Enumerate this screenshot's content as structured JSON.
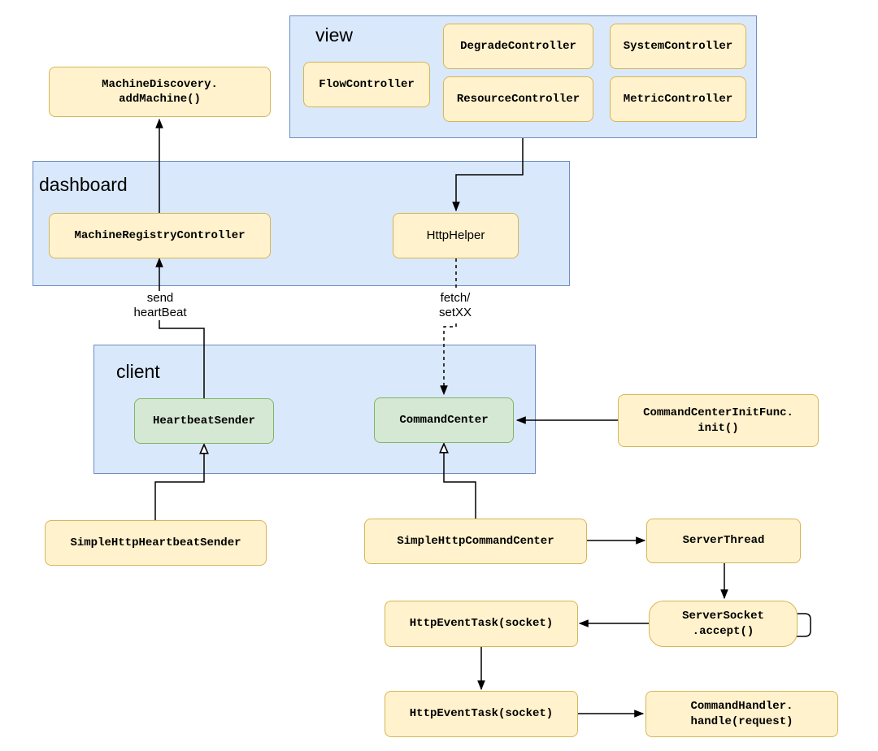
{
  "groups": {
    "view": "view",
    "dashboard": "dashboard",
    "client": "client"
  },
  "nodes": {
    "machine_discovery": "MachineDiscovery.\naddMachine()",
    "flow_controller": "FlowController",
    "degrade_controller": "DegradeController",
    "system_controller": "SystemController",
    "resource_controller": "ResourceController",
    "metric_controller": "MetricController",
    "machine_registry_controller": "MachineRegistryController",
    "http_helper": "HttpHelper",
    "heartbeat_sender": "HeartbeatSender",
    "command_center": "CommandCenter",
    "command_center_init_func": "CommandCenterInitFunc.\ninit()",
    "simple_http_heartbeat_sender": "SimpleHttpHeartbeatSender",
    "simple_http_command_center": "SimpleHttpCommandCenter",
    "server_thread": "ServerThread",
    "server_socket_accept": "ServerSocket\n.accept()",
    "http_event_task_1": "HttpEventTask(socket)",
    "http_event_task_2": "HttpEventTask(socket)",
    "command_handler": "CommandHandler.\nhandle(request)"
  },
  "edge_labels": {
    "send_heartbeat": "send\nheartBeat",
    "fetch_setxx": "fetch/\nsetXX"
  },
  "colors": {
    "group_fill": "#dae8fc",
    "group_stroke": "#6c8ebf",
    "yellow_fill": "#fff2cc",
    "yellow_stroke": "#d6b656",
    "green_fill": "#d5e8d4",
    "green_stroke": "#82b366"
  }
}
